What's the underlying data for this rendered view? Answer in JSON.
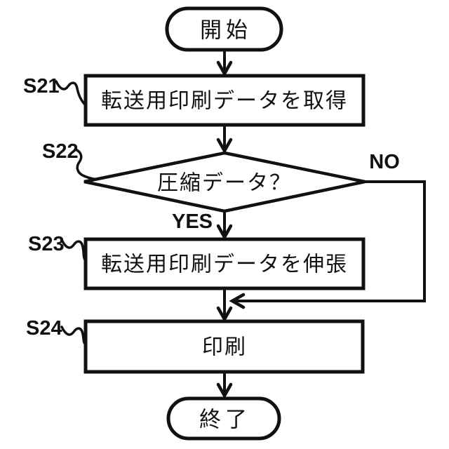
{
  "figure": {
    "background_color": "#ffffff",
    "stroke_color": "#111111",
    "type": "flowchart",
    "nodes": {
      "start": {
        "shape": "terminal",
        "label": "開始"
      },
      "s21": {
        "shape": "process",
        "step": "S21",
        "label": "転送用印刷データを取得"
      },
      "s22": {
        "shape": "decision",
        "step": "S22",
        "label": "圧縮データ？"
      },
      "s23": {
        "shape": "process",
        "step": "S23",
        "label": "転送用印刷データを伸張"
      },
      "s24": {
        "shape": "process",
        "step": "S24",
        "label": "印刷"
      },
      "end": {
        "shape": "terminal",
        "label": "終了"
      }
    },
    "branches": {
      "yes": "YES",
      "no": "NO"
    }
  }
}
